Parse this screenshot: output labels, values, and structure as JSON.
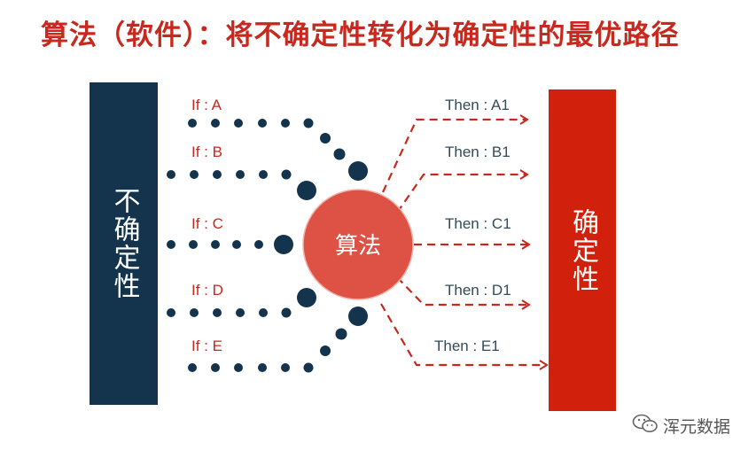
{
  "title": "算法（软件）：将不确定性转化为确定性的最优路径",
  "left_box": {
    "text": "不确定性",
    "color": "#14344e"
  },
  "right_box": {
    "text": "确定性",
    "color": "#d1200c"
  },
  "center": {
    "text": "算法",
    "color": "#dd5244"
  },
  "inputs": [
    {
      "label": "If : A"
    },
    {
      "label": "If : B"
    },
    {
      "label": "If : C"
    },
    {
      "label": "If : D"
    },
    {
      "label": "If : E"
    }
  ],
  "outputs": [
    {
      "label": "Then : A1"
    },
    {
      "label": "Then :  B1"
    },
    {
      "label": "Then :  C1"
    },
    {
      "label": "Then :  D1"
    },
    {
      "label": "Then :  E1"
    }
  ],
  "colors": {
    "title": "#c8281e",
    "dots": "#14344e",
    "arrows": "#c8281e"
  },
  "watermark": {
    "icon": "wechat-icon",
    "text": "浑元数据"
  }
}
